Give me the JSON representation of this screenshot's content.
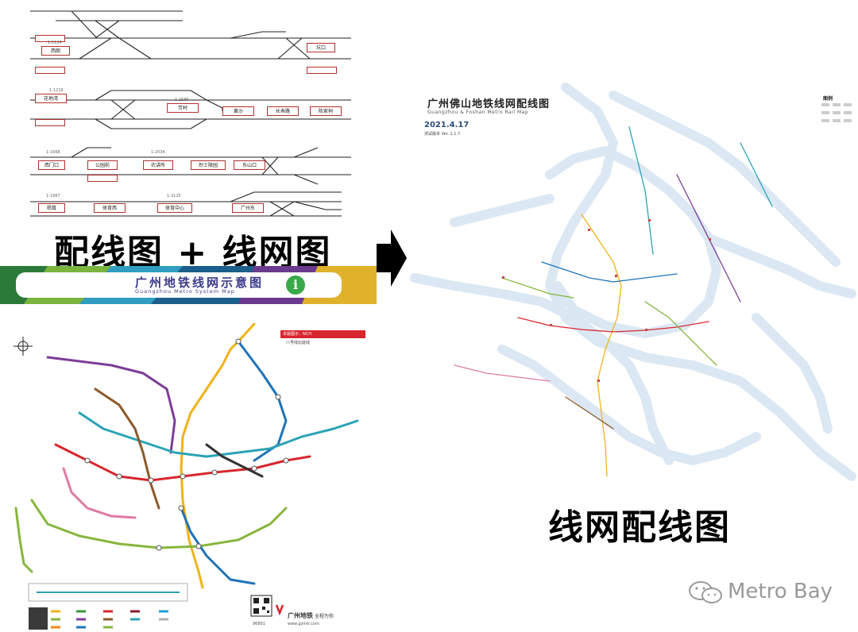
{
  "track_diagram": {
    "stations_row1": [
      "西朗",
      "坑口"
    ],
    "stations_row2": [
      "花地湾",
      "芳村",
      "黄沙",
      "长寿路",
      "陈家祠"
    ],
    "stations_row3": [
      "西门口",
      "公园前",
      "农讲所",
      "烈士陵园",
      "东山口"
    ],
    "stations_row4": [
      "杨箕",
      "体育西",
      "体育中心",
      "广州东"
    ],
    "tags": [
      "1-1124",
      "1-1216",
      "1-1586",
      "1-1668",
      "1-2034",
      "1-1967",
      "1-2125"
    ]
  },
  "captions": {
    "left": "配线图 + 线网图",
    "right": "线网配线图"
  },
  "gz_banner": {
    "title": "广州地铁线网示意图",
    "subtitle": "Guangzhou Metro System Map",
    "info_icon_glyph": "i"
  },
  "gz_map": {
    "notice": "本版图示：NCH",
    "notice_sub": "八号线北延线",
    "brand": "广州地铁",
    "slogan": "全程为你",
    "web": "www.gzmtr.com",
    "hotline": "96891"
  },
  "gf_map": {
    "title": "广州佛山地铁线网配线图",
    "subtitle": "Guangzhou & Foshan Metro Rail Map",
    "date": "2021.4.17",
    "version": "测试版本 Ver. 1.1.7",
    "legend_title": "图例"
  },
  "watermark": {
    "text": "Metro Bay"
  },
  "colors": {
    "track_red": "#b33030",
    "gz_line_red": "#d8262e",
    "gz_line_yellow": "#f0b21a",
    "gz_line_green": "#86b63c",
    "gz_line_blue": "#1f73b7",
    "gz_line_purple": "#7d3c98",
    "gz_line_teal": "#2ba3b6",
    "river_blue": "#dbe8f3",
    "title_purple": "#3b3a8a"
  },
  "icons": [
    "arrow-right-icon",
    "info-icon",
    "wechat-icon",
    "compass-icon",
    "qr-code-icon"
  ]
}
